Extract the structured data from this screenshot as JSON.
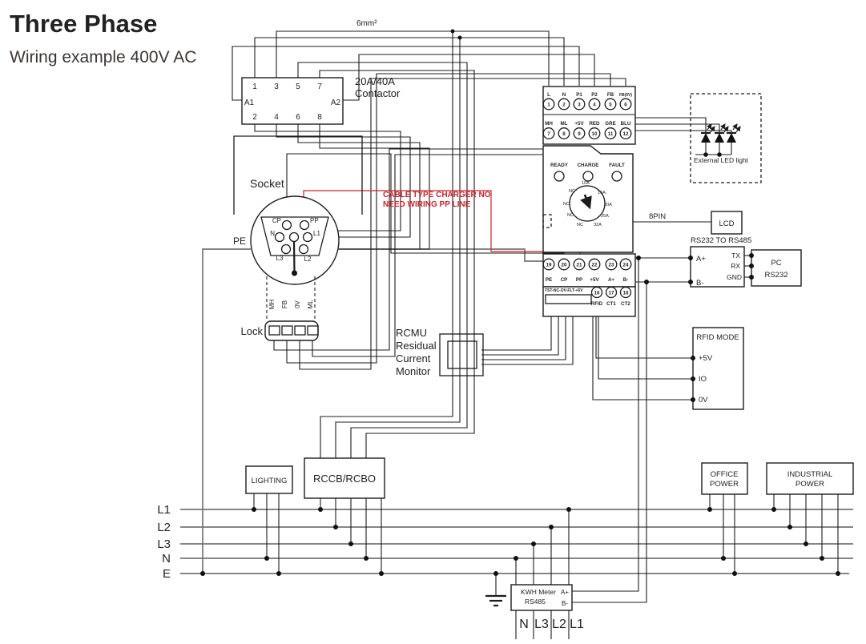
{
  "title": "Three Phase",
  "subtitle": "Wiring example 400V AC",
  "wire_gauge": "6mm²",
  "warning": {
    "line1": "CABLE TYPE CHARGER NO",
    "line2": "NEED WIRING PP LINE"
  },
  "contactor": {
    "rating": "20A/40A",
    "device": "Contactor",
    "pins_top": [
      "1",
      "3",
      "5",
      "7"
    ],
    "pins_bottom": [
      "2",
      "4",
      "6",
      "8"
    ],
    "coil_a1": "A1",
    "coil_a2": "A2"
  },
  "socket": {
    "label": "Socket",
    "pe": "PE",
    "cp": "CP",
    "pp": "PP",
    "n": "N",
    "l1": "L1",
    "l2": "L2",
    "l3": "L3"
  },
  "controller": {
    "row1_labels": [
      "L",
      "N",
      "P1",
      "P2",
      "FB",
      "FB(0V)"
    ],
    "row1_numbers": [
      "1",
      "2",
      "3",
      "4",
      "5",
      "6"
    ],
    "row2_labels": [
      "MH",
      "ML",
      "+5V",
      "RED",
      "GRE",
      "BLU"
    ],
    "row2_numbers": [
      "7",
      "8",
      "9",
      "10",
      "11",
      "12"
    ],
    "status": [
      "READY",
      "CHARGE",
      "FAULT"
    ],
    "rotary": [
      "NC",
      "10A",
      "16A",
      "NC",
      "20A",
      "NC",
      "25A",
      "NC",
      "32A"
    ],
    "row3_labels": [
      "PE",
      "CP",
      "PP",
      "+5V",
      "A+",
      "B-"
    ],
    "row3_numbers": [
      "19",
      "20",
      "21",
      "22",
      "23",
      "24"
    ],
    "connector": "TST-NC-OV-FLT-+5V",
    "row4_labels": [
      "RFID",
      "CT1",
      "CT2"
    ],
    "row4_numbers": [
      "16",
      "17",
      "18"
    ],
    "pin8": "8PIN"
  },
  "lcd": "LCD",
  "led_box": "External LED light",
  "rs": {
    "title": "RS232 TO RS485",
    "a": "A+",
    "b": "B-",
    "tx": "TX",
    "rx": "RX",
    "gnd": "GND",
    "pc1": "PC",
    "pc2": "RS232"
  },
  "rfid": {
    "title": "RFID MODE",
    "v5": "+5V",
    "io": "IO",
    "v0": "0V"
  },
  "lock": {
    "label": "Lock",
    "pins": [
      "MH",
      "FB",
      "0V",
      "ML"
    ]
  },
  "rcmu": {
    "l1": "RCMU",
    "l2": "Residual",
    "l3": "Current",
    "l4": "Monitor"
  },
  "lighting": "LIGHTING",
  "rccb": "RCCB/RCBO",
  "office": {
    "l1": "OFFICE",
    "l2": "POWER"
  },
  "industrial": {
    "l1": "INDUSTRIAL",
    "l2": "POWER"
  },
  "bus": [
    "L1",
    "L2",
    "L3",
    "N",
    "E"
  ],
  "kwh": {
    "l1": "KWH Meter",
    "l2": "RS485",
    "a": "A+",
    "b": "B-",
    "phases": [
      "N",
      "L3",
      "L2",
      "L1"
    ]
  },
  "colors": {
    "accent": "#ED7D26",
    "warning": "#C8242B",
    "wire": "#1c1c1c",
    "bus": "#757575"
  }
}
